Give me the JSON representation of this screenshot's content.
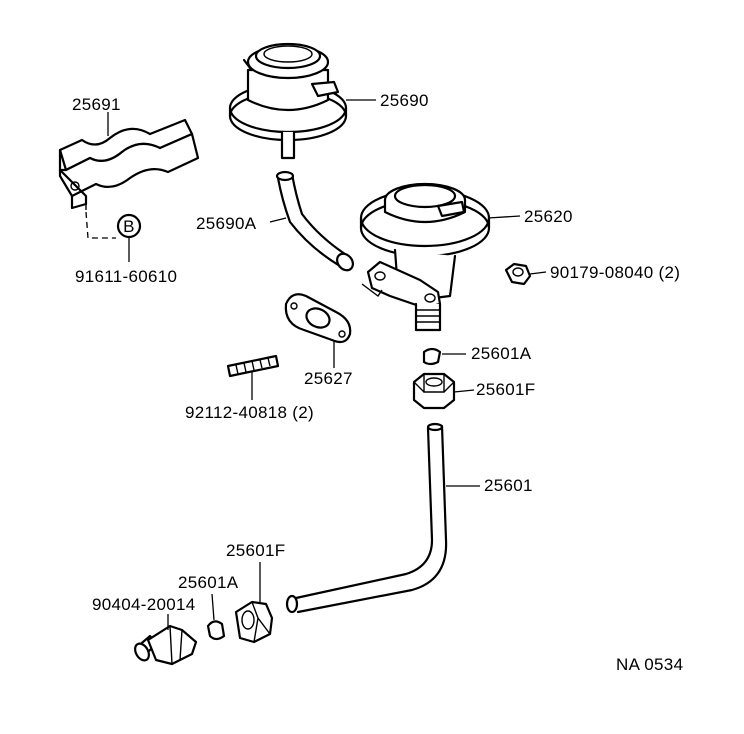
{
  "diagram": {
    "labels": {
      "p25691": "25691",
      "p25690": "25690",
      "p25690A": "25690A",
      "p91611": "91611-60610",
      "bolt_mark": "B",
      "p25620": "25620",
      "p90179": "90179-08040 (2)",
      "p25601A_upper": "25601A",
      "p25627": "25627",
      "p25601F_upper": "25601F",
      "p92112": "92112-40818 (2)",
      "p25601": "25601",
      "p25601F_lower": "25601F",
      "p25601A_lower": "25601A",
      "p90404": "90404-20014",
      "code": "NA 0534"
    }
  }
}
